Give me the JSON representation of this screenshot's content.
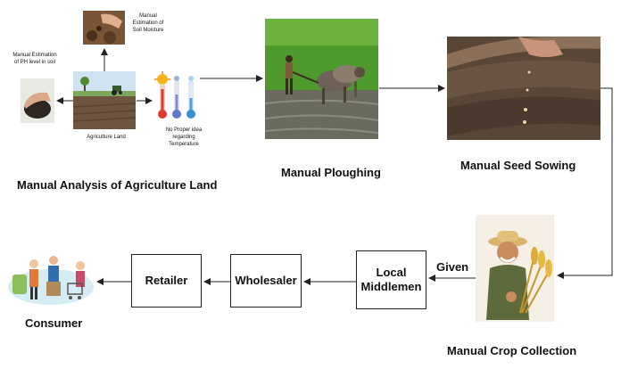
{
  "stages": {
    "analysis": {
      "title": "Manual Analysis of Agriculture Land",
      "captions": {
        "soil_moisture": "Manual Estimation of Soil Moisture",
        "ph_level": "Manual Estimation of PH level in soil",
        "agri_land": "Agriculture Land",
        "temperature": "No Proper idea regarding Temperature"
      }
    },
    "ploughing": {
      "title": "Manual Ploughing"
    },
    "seed_sowing": {
      "title": "Manual Seed Sowing"
    },
    "crop_collection": {
      "title": "Manual Crop Collection"
    }
  },
  "flow": {
    "given_label": "Given",
    "middlemen": "Local Middlemen",
    "wholesaler": "Wholesaler",
    "retailer": "Retailer",
    "consumer": "Consumer"
  },
  "colors": {
    "arrow": "#222222",
    "field_green": "#4f9a2c",
    "soil_brown": "#5a4636"
  },
  "icons": {
    "thermometers": [
      "hot-thermometer-icon",
      "mild-thermometer-icon",
      "cold-thermometer-icon"
    ],
    "sun": "sun-icon"
  }
}
